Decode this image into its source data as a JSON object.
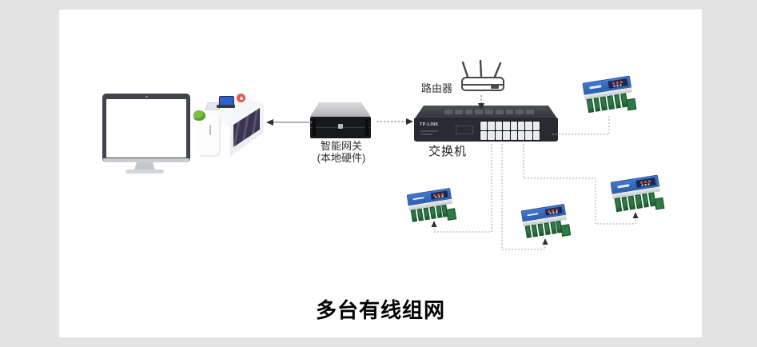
{
  "colors": {
    "background": "#e3e3e3",
    "panel": "#ffffff",
    "device_blue": "#3a6fc0",
    "terminal_green": "#2e7a47",
    "switch_body": "#2b2e34",
    "wire_gray": "#a6a6a6",
    "arrow_dark": "#2f2f2f"
  },
  "labels": {
    "router": "路由器",
    "switch": "交换机",
    "switch_logo": "TP-LINK",
    "gateway_line1": "智能网关",
    "gateway_line2": "(本地硬件)",
    "title": "多台有线组网"
  },
  "nodes": [
    {
      "name": "desktop-monitor"
    },
    {
      "name": "reception-desk"
    },
    {
      "name": "smart-gateway",
      "label": "智能网关(本地硬件)"
    },
    {
      "name": "wireless-router",
      "label": "路由器"
    },
    {
      "name": "ethernet-switch",
      "label": "交换机",
      "ports": 16
    },
    {
      "name": "io-controller-1"
    },
    {
      "name": "io-controller-2"
    },
    {
      "name": "io-controller-3"
    },
    {
      "name": "io-controller-4"
    }
  ],
  "connections": [
    {
      "from": "smart-gateway",
      "to": "reception-desk",
      "style": "solid-arrow"
    },
    {
      "from": "smart-gateway",
      "to": "ethernet-switch",
      "style": "dashed-arrow"
    },
    {
      "from": "wireless-router",
      "to": "ethernet-switch",
      "style": "dashed-arrow"
    },
    {
      "from": "ethernet-switch",
      "to": "io-controller-1",
      "style": "dashed"
    },
    {
      "from": "ethernet-switch",
      "to": "io-controller-2",
      "style": "dashed-arrow"
    },
    {
      "from": "ethernet-switch",
      "to": "io-controller-3",
      "style": "dashed-arrow"
    },
    {
      "from": "ethernet-switch",
      "to": "io-controller-4",
      "style": "dashed-arrow"
    }
  ]
}
